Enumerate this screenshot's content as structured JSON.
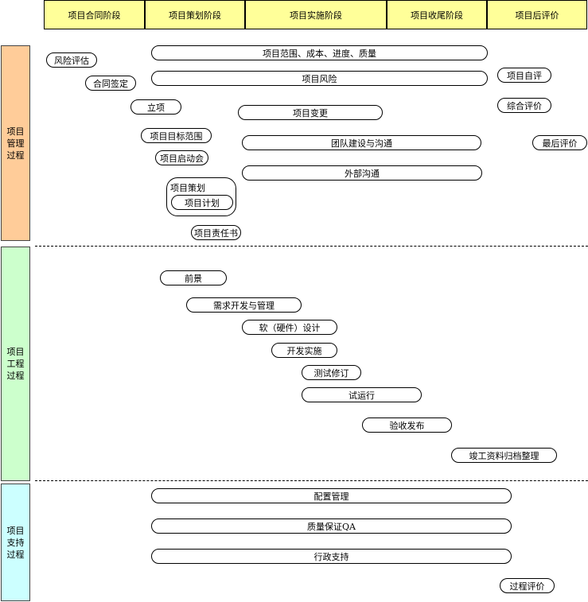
{
  "phases": [
    "项目合同阶段",
    "项目策划阶段",
    "项目实施阶段",
    "项目收尾阶段",
    "项目后评价"
  ],
  "lanes": {
    "management": "项目管理过程",
    "engineering": "项目工程过程",
    "support": "项目支持过程"
  },
  "management": {
    "scope_cost_schedule_quality": "项目范围、成本、进度、质量",
    "risk_assessment": "风险评估",
    "project_risk": "项目风险",
    "contract_signing": "合同签定",
    "self_evaluation": "项目自评",
    "initiation": "立项",
    "project_change": "项目变更",
    "comprehensive_evaluation": "综合评价",
    "target_scope": "项目目标范围",
    "team_building": "团队建设与沟通",
    "final_evaluation": "最后评价",
    "kickoff_meeting": "项目启动会",
    "external_communication": "外部沟通",
    "project_planning": "项目策划",
    "project_plan": "项目计划",
    "responsibility_letter": "项目责任书"
  },
  "engineering": {
    "vision": "前景",
    "requirements": "需求开发与管理",
    "design": "软（硬件）设计",
    "implementation": "开发实施",
    "test_revision": "测试修订",
    "trial_run": "试运行",
    "acceptance_release": "验收发布",
    "archiving": "竣工资料归档整理"
  },
  "support": {
    "configuration": "配置管理",
    "qa": "质量保证QA",
    "admin": "行政支持",
    "process_evaluation": "过程评价"
  },
  "colors": {
    "phase_header": "#ffff99",
    "management_lane": "#ffcc99",
    "engineering_lane": "#ccffcc",
    "support_lane": "#ccffff"
  }
}
